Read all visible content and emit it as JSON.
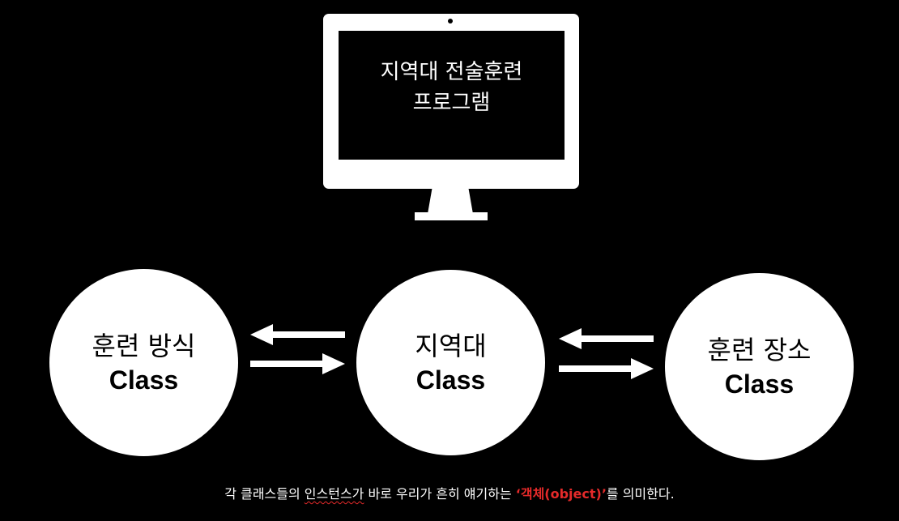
{
  "monitor": {
    "title_line1": "지역대 전술훈련",
    "title_line2": "프로그램"
  },
  "classes": {
    "left": {
      "name": "훈련 방식",
      "label": "Class"
    },
    "center": {
      "name": "지역대",
      "label": "Class"
    },
    "right": {
      "name": "훈련 장소",
      "label": "Class"
    }
  },
  "caption": {
    "before": "각 클래스들의 ",
    "squiggle": "인스턴스가",
    "middle": " 바로 우리가 흔히 얘기하는 ",
    "highlight": "‘객체(object)’",
    "after": "를 의미한다."
  },
  "colors": {
    "background": "#000000",
    "foreground": "#ffffff",
    "accent": "#e52a2a"
  }
}
